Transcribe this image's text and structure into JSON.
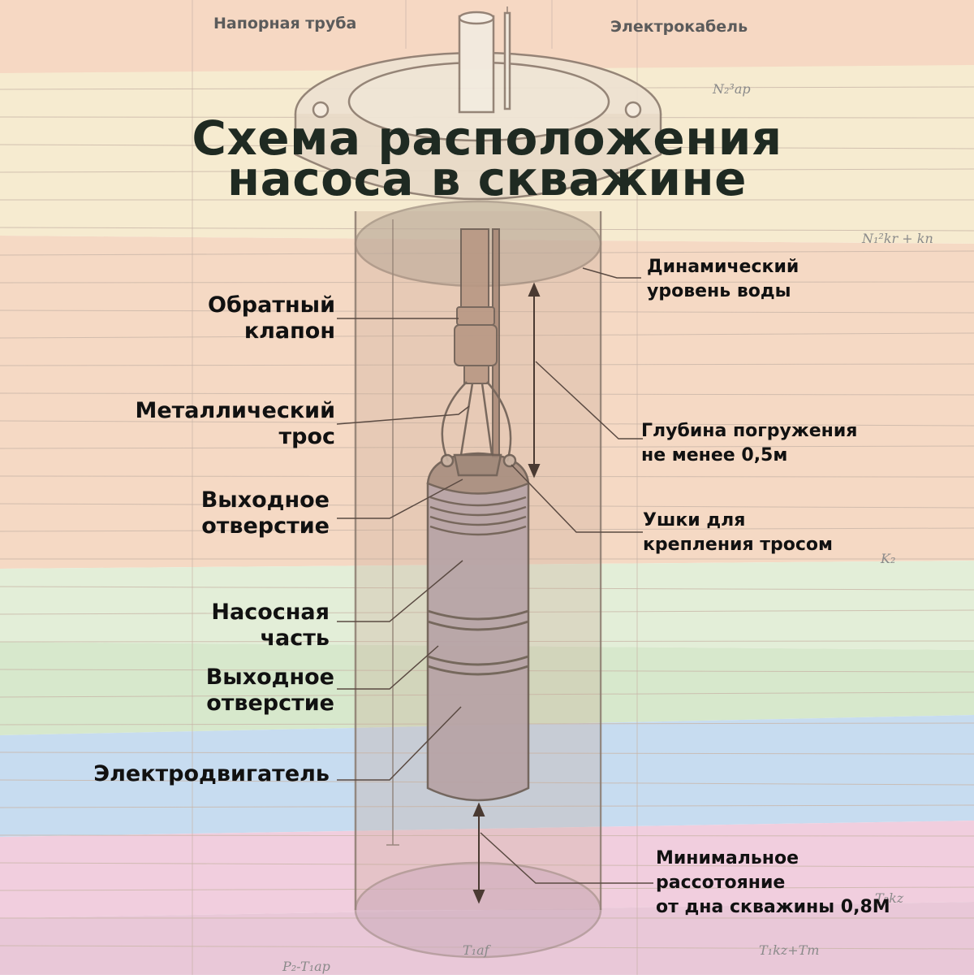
{
  "title": {
    "line1": "Схема расположения",
    "line2": "насоса в скважине"
  },
  "source_labels": {
    "pressure_pipe": "Напорная труба",
    "cable": "Электрокабель"
  },
  "geology_labels": {
    "n2ap": "N₂³ap",
    "n1kr": "N₁²kr + kn",
    "k2": "K₂",
    "t2kz": "T₂kz",
    "t1af": "T₁af",
    "t1kz": "T₁kz+Tm",
    "p2": "P₂-T₁ap"
  },
  "labels_left": {
    "check_valve": [
      "Обратный",
      "клапон"
    ],
    "metal_cable": [
      "Металлический",
      "трос"
    ],
    "outlet_1": [
      "Выходное",
      "отверстие"
    ],
    "pump_part": [
      "Насосная",
      "часть"
    ],
    "outlet_2": [
      "Выходное",
      "отверстие"
    ],
    "motor": [
      "Электродвигатель"
    ]
  },
  "labels_right": {
    "dynamic_level": [
      "Динамический",
      "уровень воды"
    ],
    "immersion_depth": [
      "Глубина погружения",
      "не менее 0,5м"
    ],
    "cable_lugs": [
      "Ушки для",
      "крепления тросом"
    ],
    "min_distance": [
      "Минимальное",
      "рассотояние",
      "от дна скважины 0,8М"
    ]
  },
  "colors": {
    "layer_peach": "#f6dcc7",
    "layer_cream": "#f5ecd2",
    "layer_green": "#dbe9cf",
    "layer_blue": "#c9ddef",
    "layer_pink": "#f1cfe0",
    "title_text": "#1f2a22",
    "line": "#7a6a5e"
  }
}
